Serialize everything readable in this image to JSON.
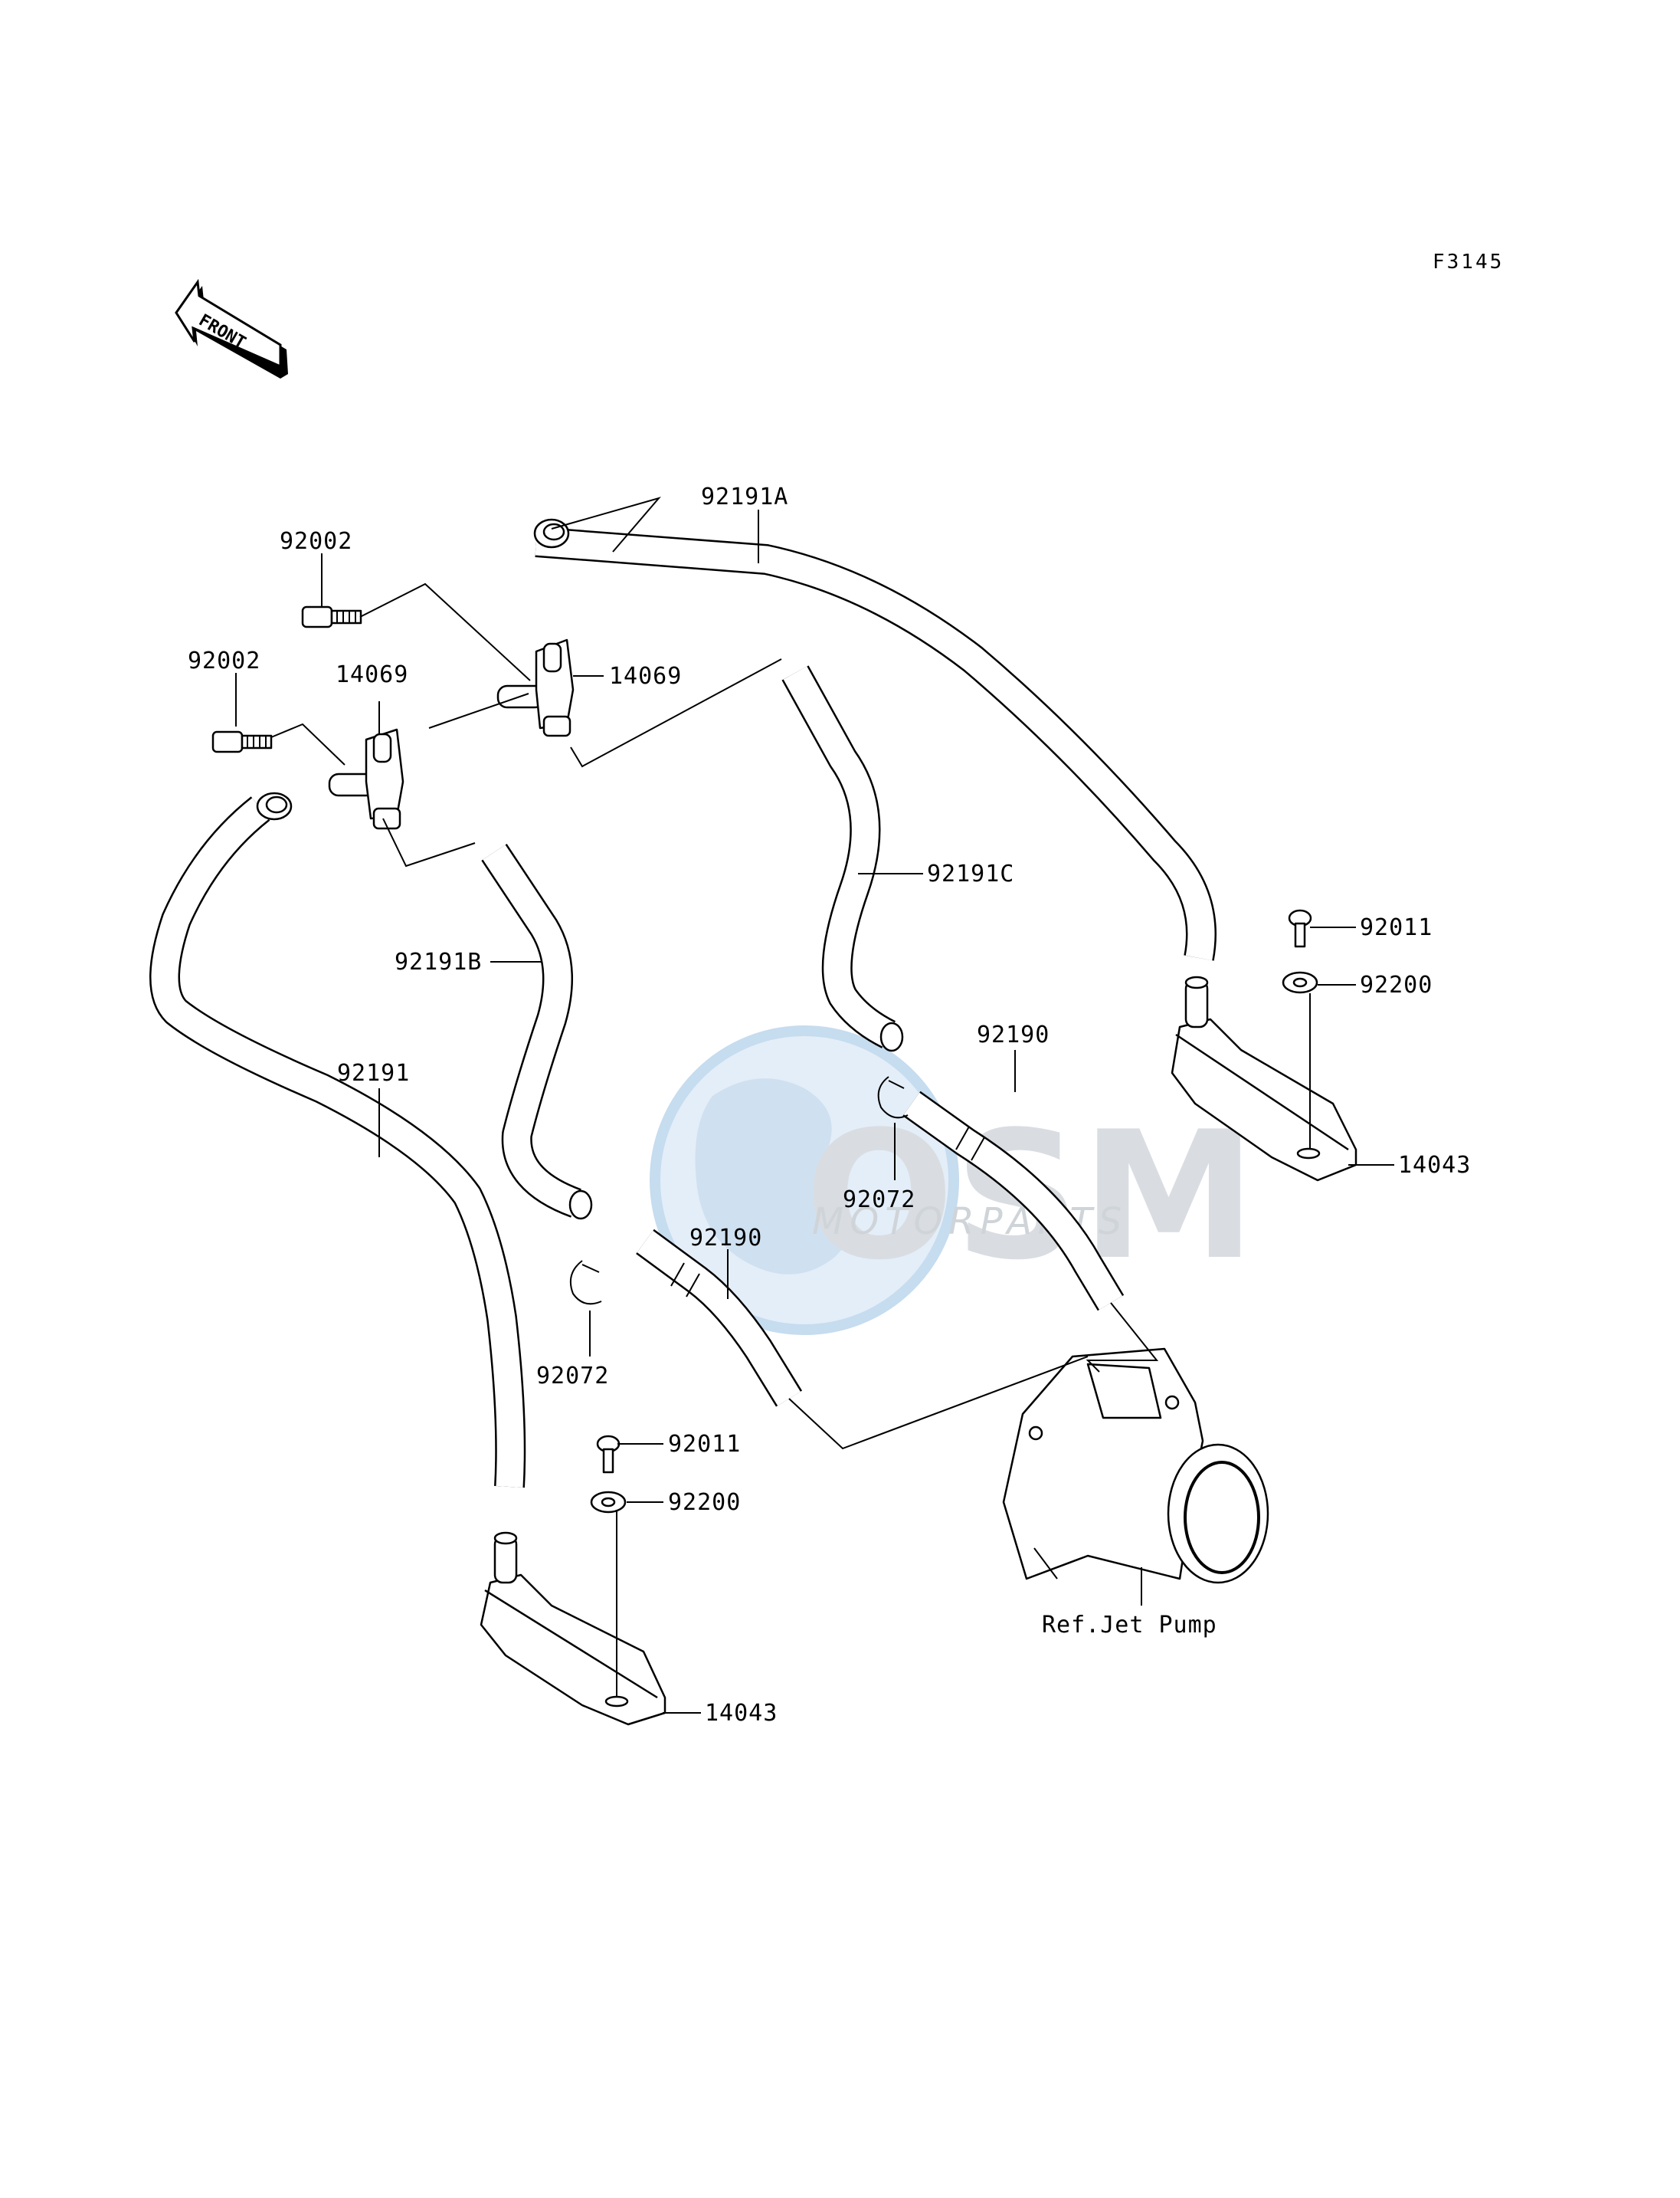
{
  "diagram": {
    "code": "F3145",
    "front_label": "FRONT",
    "watermark": {
      "brand": "OSM",
      "subtitle": "MOTORPARTS"
    },
    "labels": {
      "p92191A": "92191A",
      "p92002_top": "92002",
      "p92002_left": "92002",
      "p14069_right": "14069",
      "p14069_left": "14069",
      "p92191C": "92191C",
      "p92191B": "92191B",
      "p92191": "92191",
      "p92011_right": "92011",
      "p92200_right": "92200",
      "p14043_right": "14043",
      "p92190_right": "92190",
      "p92072_mid": "92072",
      "p92190_left": "92190",
      "p92072_left": "92072",
      "p92011_left": "92011",
      "p92200_left": "92200",
      "p14043_left": "14043",
      "ref_jet_pump": "Ref.Jet Pump"
    }
  }
}
